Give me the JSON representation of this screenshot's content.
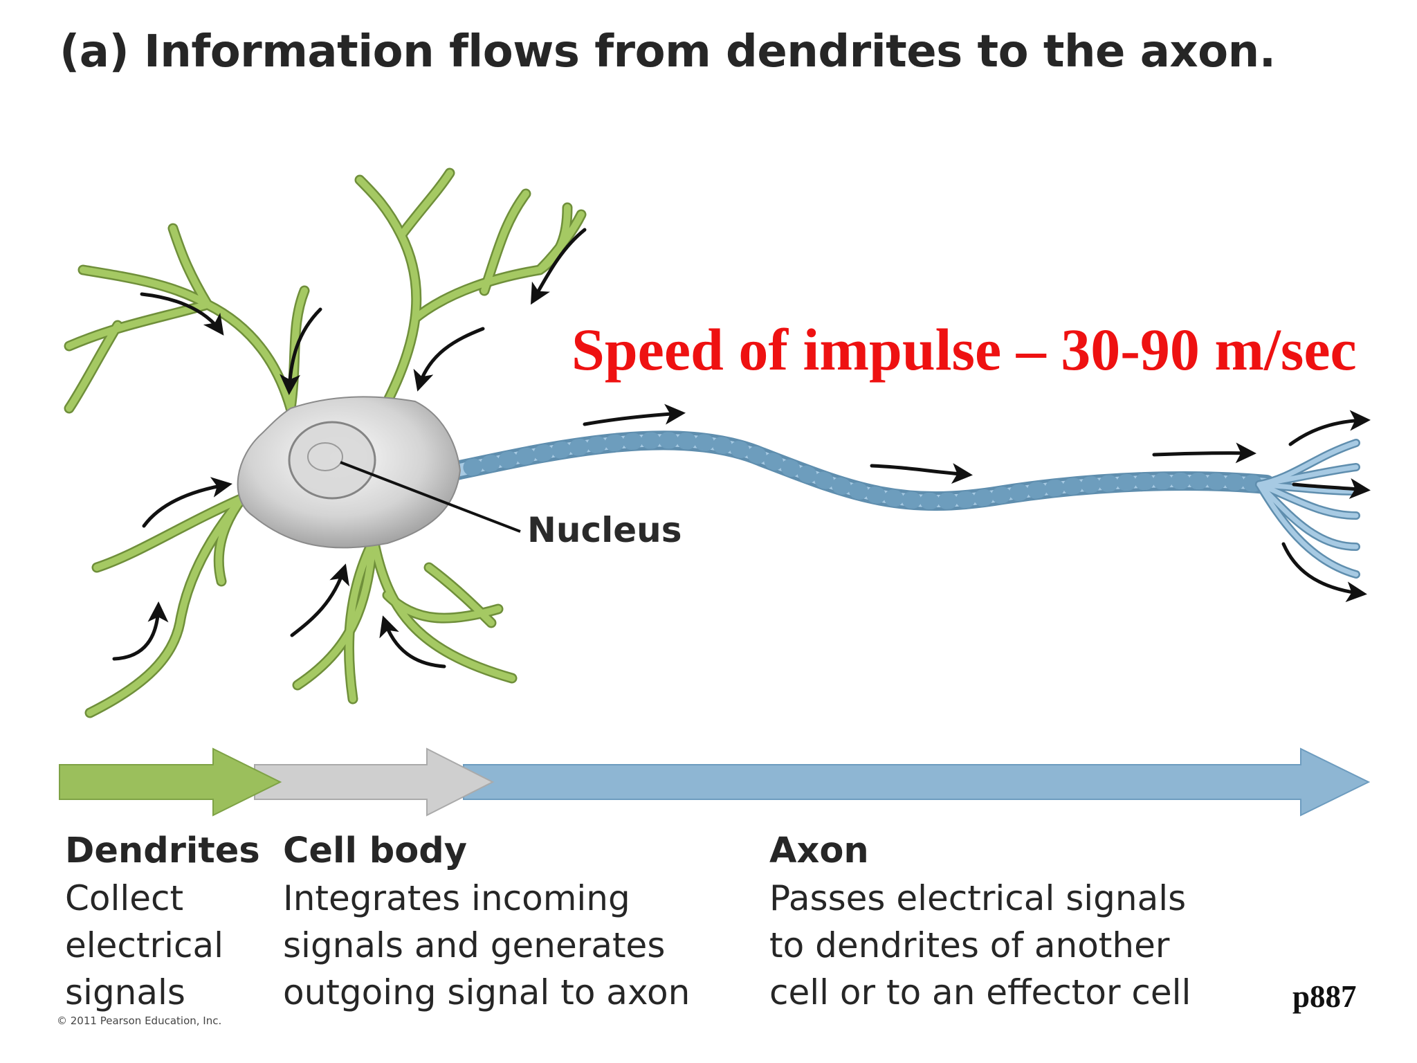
{
  "title": "(a) Information flows from dendrites to the axon.",
  "annotation": "Speed of impulse – 30-90 m/sec",
  "nucleus_label": "Nucleus",
  "sections": {
    "dendrites": {
      "heading": "Dendrites",
      "lines": [
        "Collect",
        "electrical",
        "signals"
      ]
    },
    "cell_body": {
      "heading": "Cell body",
      "lines": [
        "Integrates incoming",
        "signals and generates",
        "outgoing signal to axon"
      ]
    },
    "axon": {
      "heading": "Axon",
      "lines": [
        "Passes electrical signals",
        "to dendrites of another",
        "cell or to an effector cell"
      ]
    }
  },
  "copyright": "© 2011 Pearson Education, Inc.",
  "page_ref": "p887",
  "colors": {
    "dendrite_green": "#9bbf5c",
    "cell_body_gray": "#cfcfcf",
    "axon_blue": "#8eb6d3",
    "annotation_red": "#ee1111",
    "text_dark": "#262626"
  }
}
